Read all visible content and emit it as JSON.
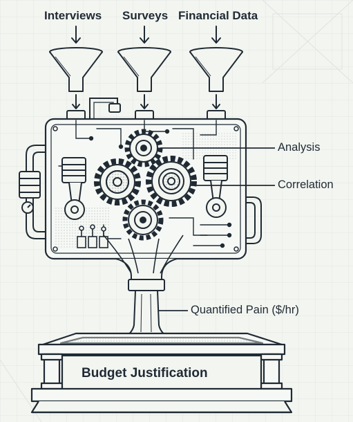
{
  "inputs": [
    {
      "label": "Interviews"
    },
    {
      "label": "Surveys"
    },
    {
      "label": "Financial Data"
    }
  ],
  "callouts": {
    "analysis": "Analysis",
    "correlation": "Correlation",
    "output": "Quantified Pain ($/hr)"
  },
  "base": {
    "label": "Budget Justification"
  },
  "colors": {
    "ink": "#1f2a33",
    "paper": "#f3f5f1",
    "shade": "#c9d0cc",
    "grid": "#e4e8e3"
  }
}
